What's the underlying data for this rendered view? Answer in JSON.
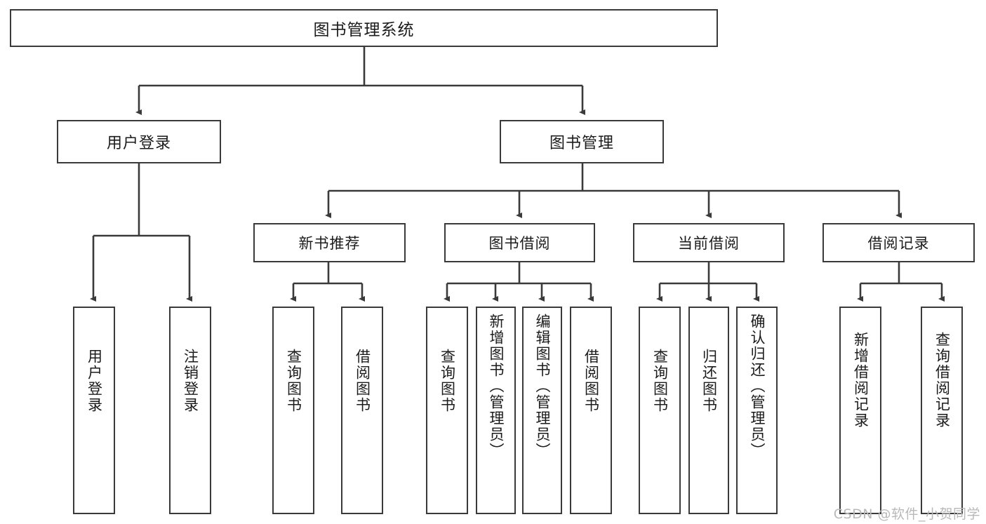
{
  "diagram": {
    "title": "图书管理系统",
    "type": "功能结构图",
    "colors": {
      "background": "#ffffff",
      "border": "#3a3a3a",
      "text": "#1b1b1b",
      "connector": "#3a3a3a",
      "watermark": "#b9b9b9"
    }
  },
  "root": {
    "label": "图书管理系统"
  },
  "level1": [
    {
      "label": "用户登录"
    },
    {
      "label": "图书管理"
    }
  ],
  "level2": [
    {
      "label": "新书推荐"
    },
    {
      "label": "图书借阅"
    },
    {
      "label": "当前借阅"
    },
    {
      "label": "借阅记录"
    }
  ],
  "leaves": {
    "user_login": [
      {
        "label": "用户登录"
      },
      {
        "label": "注销登录"
      }
    ],
    "new_book_recommend": [
      {
        "label": "查询图书"
      },
      {
        "label": "借阅图书"
      }
    ],
    "book_borrow": [
      {
        "label": "查询图书"
      },
      {
        "label": "新增图书（管理员）"
      },
      {
        "label": "编辑图书（管理员）"
      },
      {
        "label": "借阅图书"
      }
    ],
    "current_borrow": [
      {
        "label": "查询图书"
      },
      {
        "label": "归还图书"
      },
      {
        "label": "确认归还（管理员）"
      }
    ],
    "borrow_record": [
      {
        "label": "新增借阅记录"
      },
      {
        "label": "查询借阅记录"
      }
    ]
  },
  "watermark": {
    "text": "CSDN @软件_小贺同学"
  }
}
